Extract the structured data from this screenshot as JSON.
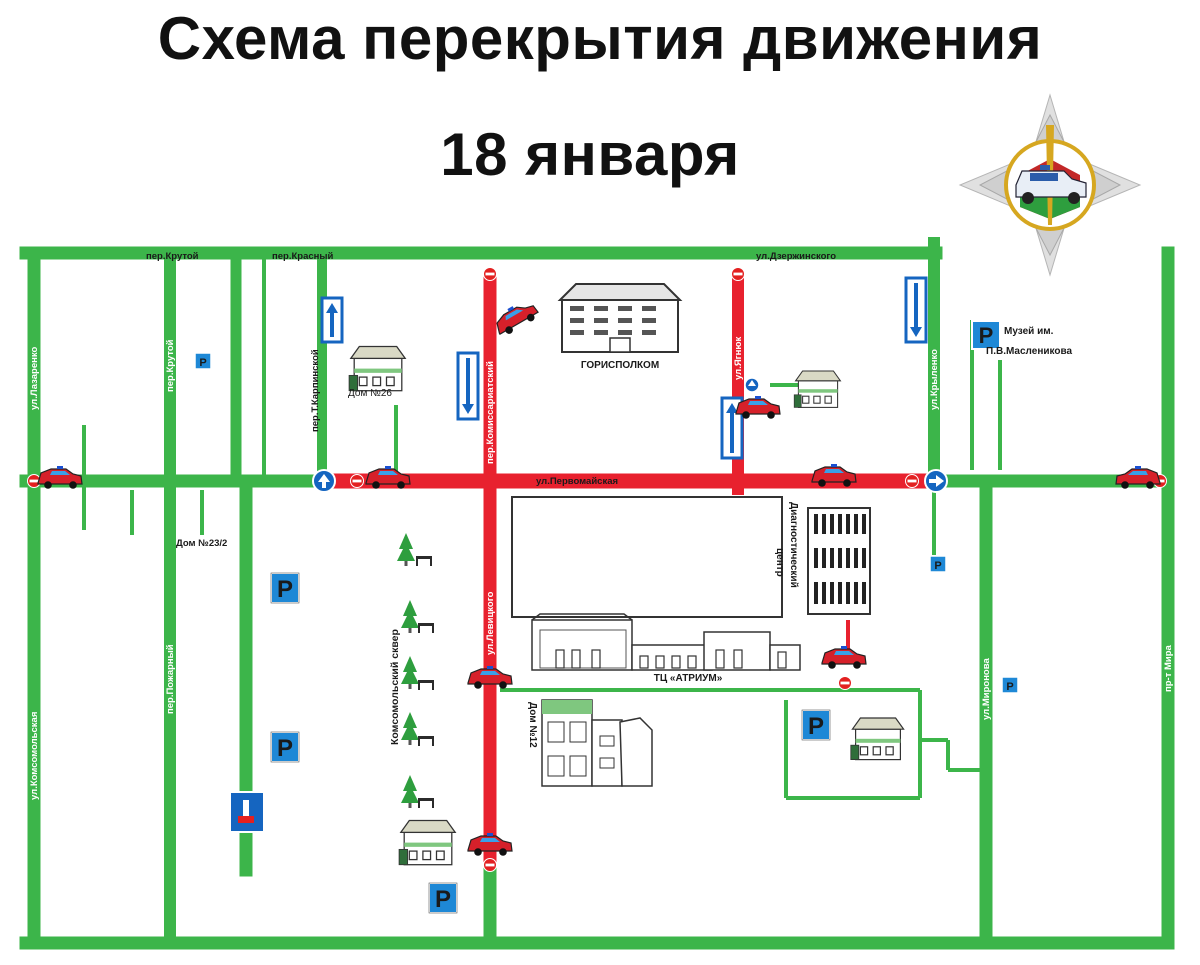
{
  "title": "Схема перекрытия движения",
  "date": "18 января",
  "colors": {
    "open_road": "#3cb54a",
    "closed_road": "#e8212e",
    "parking": "#1e88d6",
    "sign_blue": "#1565c0",
    "no_entry": "#e32020"
  },
  "streets": {
    "krutoy_top": "пер.Крутой",
    "krasny": "пер.Красный",
    "dzerzhinskogo": "ул.Дзержинского",
    "lazarenko": "ул.Лазаренко",
    "krutoy": "пер.Крутой",
    "karpinskoy": "пер.Т.Карпинской",
    "komissariatskiy": "пер.Комиссариатский",
    "yagnyuk": "ул.Ягнюк",
    "krylenko": "ул.Крыленко",
    "pervomayskaya": "ул.Первомайская",
    "komsomolskaya": "ул.Комсомольская",
    "pozharny": "пер.Пожарный",
    "levitskogo": "ул.Левицкого",
    "mironova": "ул.Миронова",
    "mira": "пр-т Мира"
  },
  "places": {
    "gorispolkom": "ГОРИСПОЛКОМ",
    "dom26": "Дом №26",
    "museum": "Музей им. П.В.Масленикова",
    "dom23": "Дом №23/2",
    "square": "Комсомольский сквер",
    "diag_center": "Диагностический центр",
    "atrium": "ТЦ «АТРИУМ»",
    "dom12": "Дом №12"
  },
  "parking_letter": "P",
  "icons": [
    "emblem-icon",
    "police-car-icon",
    "parking-icon",
    "building-icon",
    "tree-icon",
    "bench-icon",
    "no-entry-icon",
    "one-way-arrow-icon",
    "mandatory-direction-icon",
    "dead-end-icon"
  ]
}
